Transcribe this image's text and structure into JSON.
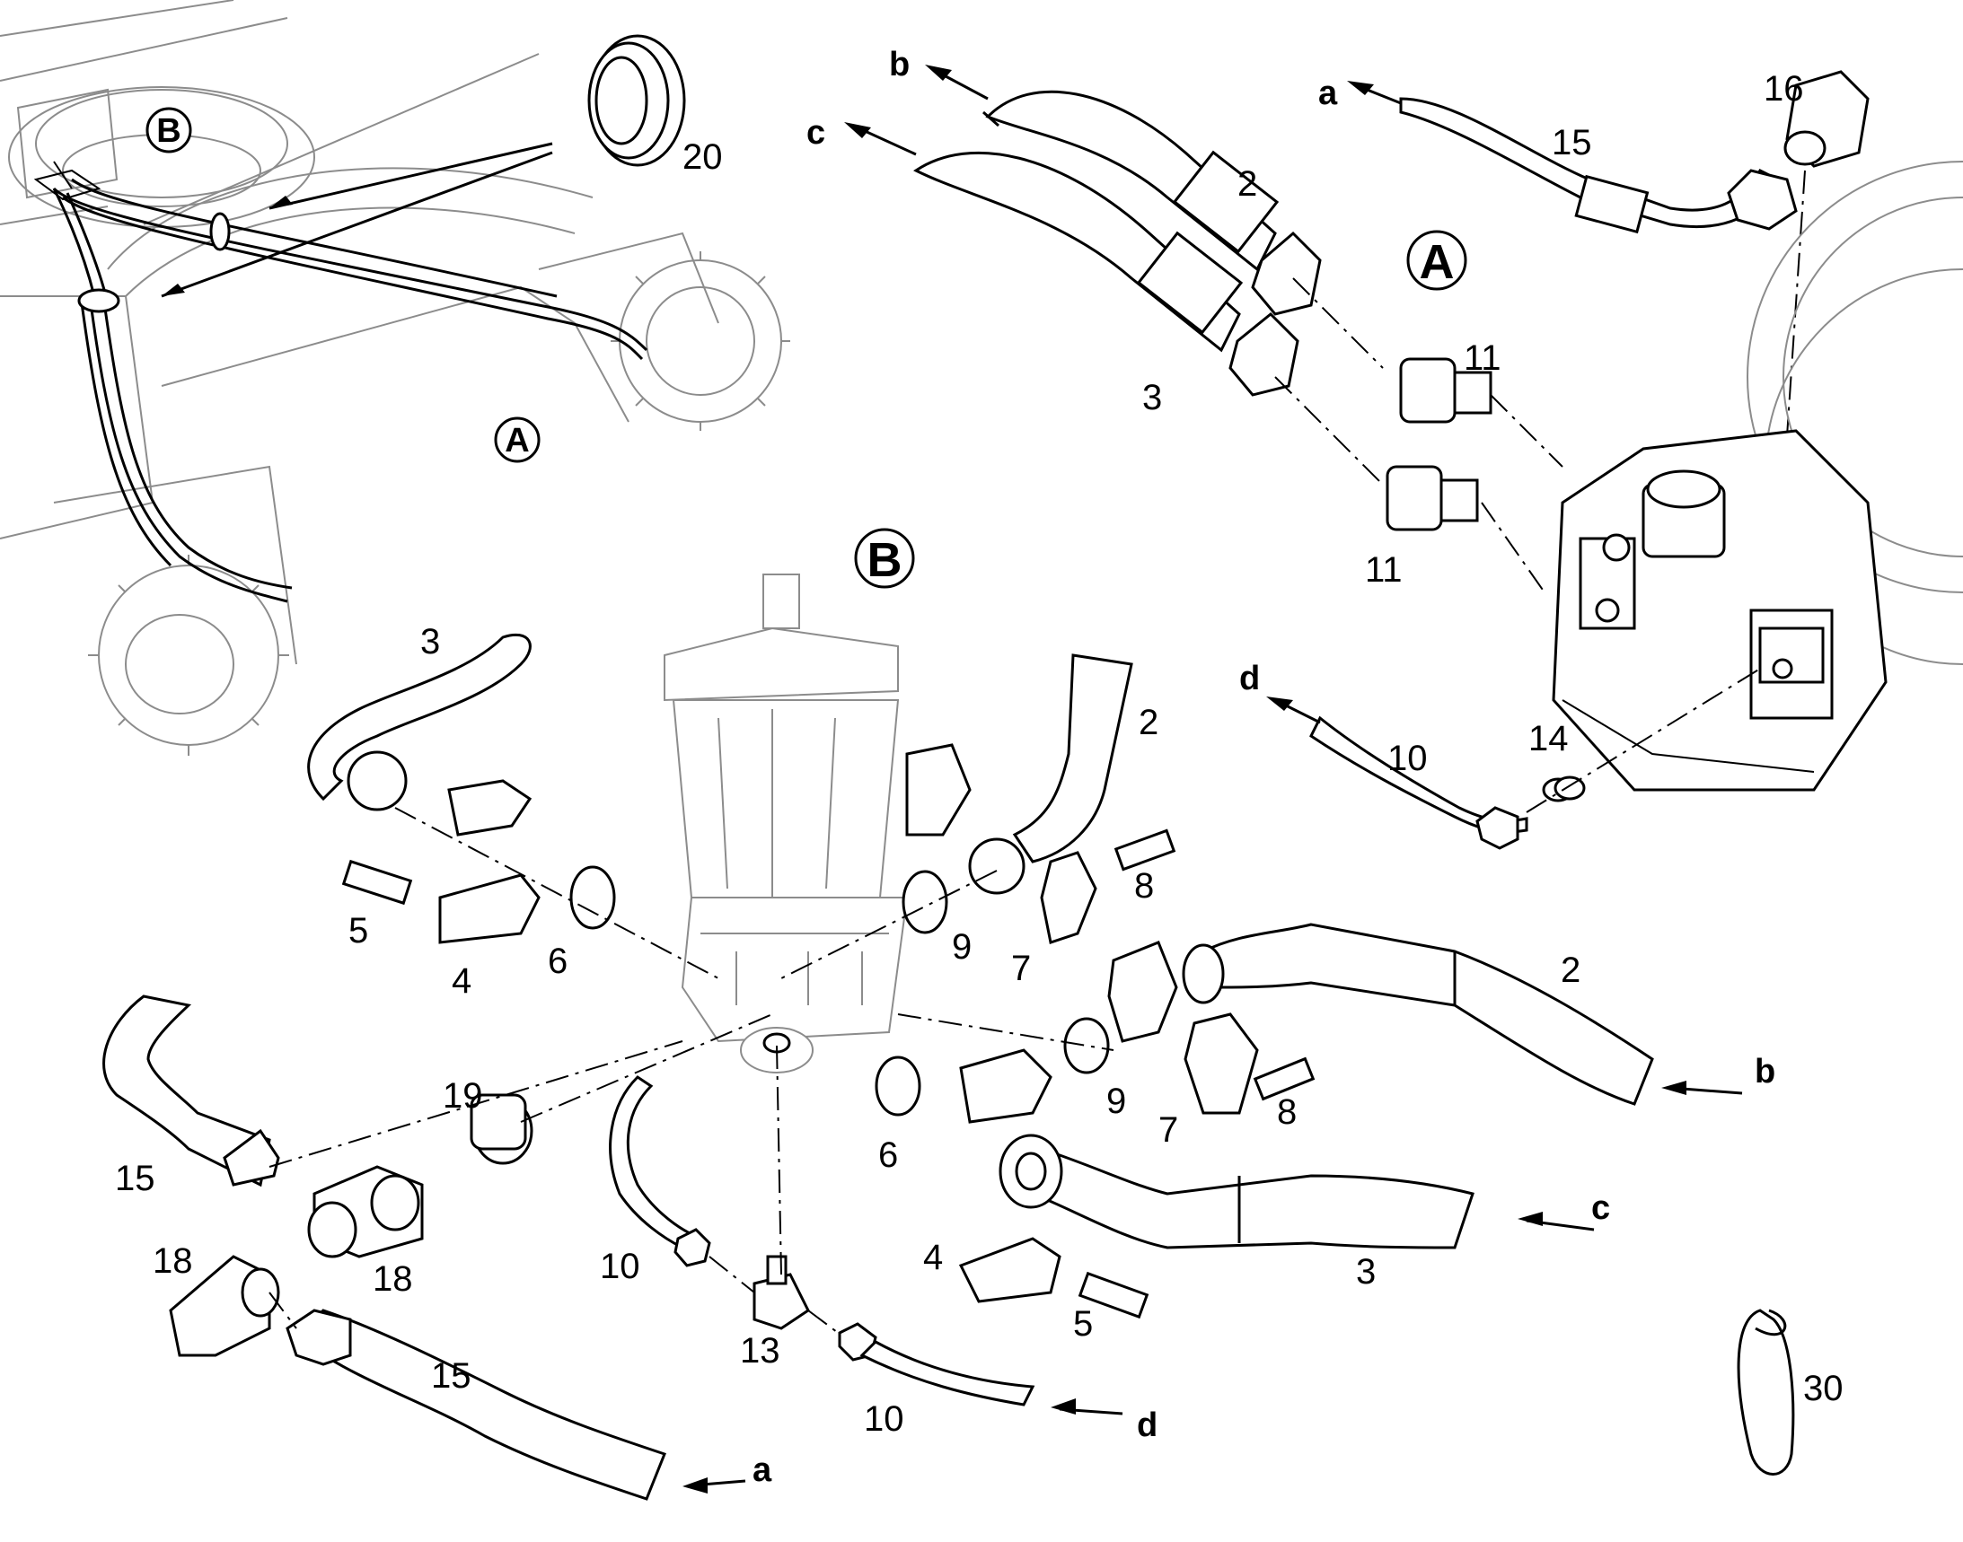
{
  "diagram": {
    "callouts": {
      "c20": "20",
      "c16": "16",
      "c15_top": "15",
      "c2_top": "2",
      "c3_top": "3",
      "c11_a": "11",
      "c11_b": "11",
      "c10_right": "10",
      "c14": "14",
      "c3_b": "3",
      "c2_b": "2",
      "c5_left": "5",
      "c4_left": "4",
      "c6_left": "6",
      "c9_upper": "9",
      "c7_upper": "7",
      "c8_upper": "8",
      "c2_lower": "2",
      "c9_lower": "9",
      "c7_lower": "7",
      "c8_lower": "8",
      "c19": "19",
      "c15_left": "15",
      "c18_left": "18",
      "c18_right": "18",
      "c6_lower": "6",
      "c10_mid": "10",
      "c4_lower": "4",
      "c5_lower": "5",
      "c3_lower": "3",
      "c13": "13",
      "c15_bottom": "15",
      "c10_bottom": "10",
      "c30": "30"
    },
    "connection_letters": {
      "b_top": "b",
      "c_top": "c",
      "a_top": "a",
      "d_right": "d",
      "b_right": "b",
      "c_right": "c",
      "d_bottom": "d",
      "a_bottom": "a"
    },
    "view_markers": {
      "view_b_small": "B",
      "view_a_small": "A",
      "view_a_large": "A",
      "view_b_large": "B"
    }
  }
}
